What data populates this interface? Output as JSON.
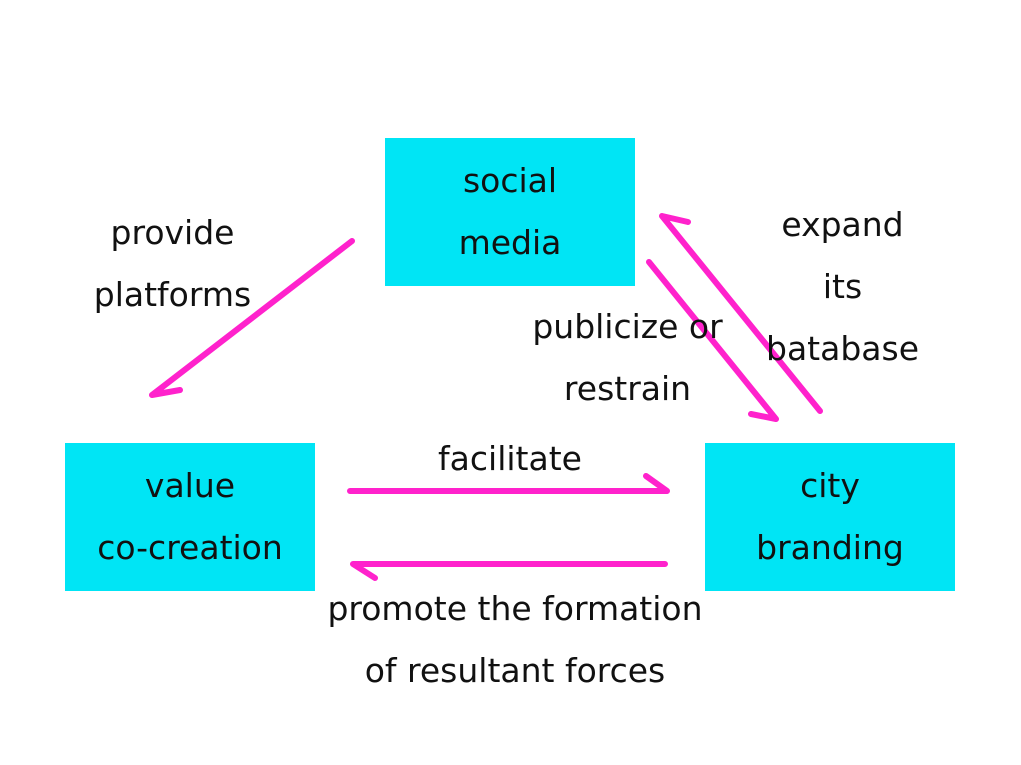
{
  "nodes": {
    "social_media": {
      "line1": "social",
      "line2": "media"
    },
    "value_co_creation": {
      "line1": "value",
      "line2": "co-creation"
    },
    "city_branding": {
      "line1": "city",
      "line2": "branding"
    }
  },
  "edge_labels": {
    "provide_platforms": {
      "line1": "provide",
      "line2": "platforms"
    },
    "expand_database": {
      "line1": "expand",
      "line2": "its",
      "line3": "batabase"
    },
    "publicize_restrain": {
      "line1": "publicize or",
      "line2": "restrain"
    },
    "facilitate": {
      "line1": "facilitate"
    },
    "promote": {
      "line1": "promote the formation",
      "line2": "of resultant forces"
    }
  },
  "colors": {
    "node_fill": "#00e5f5",
    "arrow": "#ff22cc",
    "text": "#111111"
  }
}
